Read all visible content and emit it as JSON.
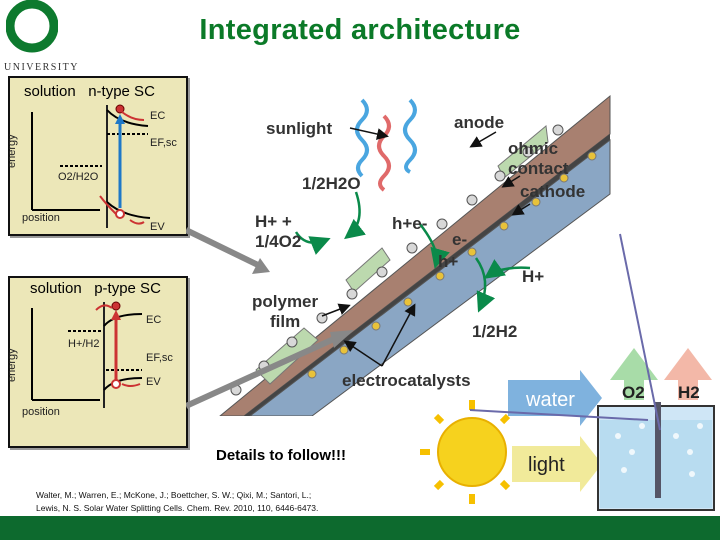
{
  "slide": {
    "title": "Integrated architecture",
    "logo_letter": "O",
    "university_label": "UNIVERSITY",
    "details_note": "Details to follow!!!",
    "citation_line1": "Walter, M.; Warren, E.; McKone, J.; Boettcher, S. W.; Qixi, M.; Santori, L.;",
    "citation_line2": "Lewis, N. S. Solar Water Splitting Cells. Chem. Rev. 2010, 110, 6446-6473."
  },
  "ntype_panel": {
    "title": "solution   n-type SC",
    "energy_axis": "energy",
    "position_axis": "position",
    "ec": "EC",
    "ef": "EF,sc",
    "ev": "EV",
    "redox": "O2/H2O"
  },
  "ptype_panel": {
    "title": "solution   p-type SC",
    "energy_axis": "energy",
    "position_axis": "position",
    "ec": "EC",
    "ef": "EF,sc",
    "ev": "EV",
    "redox": "H+/H2"
  },
  "diagram": {
    "sunlight": "sunlight",
    "anode": "anode",
    "ohmic_line1": "ohmic",
    "ohmic_line2": "contact",
    "cathode": "cathode",
    "half_h2o": "1/2H2O",
    "h_plus_e_line1": "H+ +",
    "h_plus_e_line2": "1/4O2",
    "hole_electron": "h+e-",
    "electron_hole_line1": "e-",
    "electron_hole_line2": "h+",
    "proton": "H+",
    "half_h2": "1/2H2",
    "polymer_line1": "polymer",
    "polymer_line2": "film",
    "electrocatalysts": "electrocatalysts"
  },
  "cell": {
    "water": "water",
    "light": "light",
    "o2": "O2",
    "h2": "H2"
  },
  "colors": {
    "title_green": "#0b7a28",
    "panel_bg": "#ece7b8",
    "anode_brown": "#a88070",
    "cathode_blue": "#8aa6c4",
    "film_green": "#bcd9ae",
    "bar_green": "#0d6a2e"
  }
}
